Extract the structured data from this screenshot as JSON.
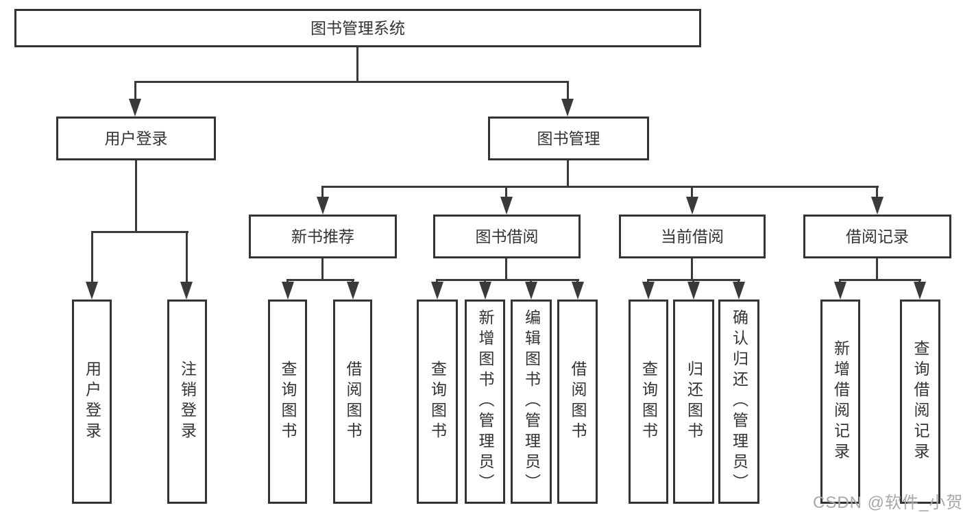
{
  "diagram": {
    "tree": {
      "label": "图书管理系统",
      "children": [
        {
          "label": "用户登录",
          "children": [
            {
              "label": "用户登录"
            },
            {
              "label": "注销登录"
            }
          ]
        },
        {
          "label": "图书管理",
          "children": [
            {
              "label": "新书推荐",
              "children": [
                {
                  "label": "查询图书"
                },
                {
                  "label": "借阅图书"
                }
              ]
            },
            {
              "label": "图书借阅",
              "children": [
                {
                  "label": "查询图书"
                },
                {
                  "label": "新增图书（管理员）"
                },
                {
                  "label": "编辑图书（管理员）"
                },
                {
                  "label": "借阅图书"
                }
              ]
            },
            {
              "label": "当前借阅",
              "children": [
                {
                  "label": "查询图书"
                },
                {
                  "label": "归还图书"
                },
                {
                  "label": "确认归还（管理员）"
                }
              ]
            },
            {
              "label": "借阅记录",
              "children": [
                {
                  "label": "新增借阅记录"
                },
                {
                  "label": "查询借阅记录"
                }
              ]
            }
          ]
        }
      ]
    },
    "colors": {
      "line": "#3a3a3a",
      "border": "#333333",
      "text": "#333333",
      "box_fill": "#ffffff",
      "background": "#ffffff",
      "watermark": "#a8a8a8"
    }
  },
  "watermark": {
    "text": "CSDN @软件_小贺同学"
  }
}
